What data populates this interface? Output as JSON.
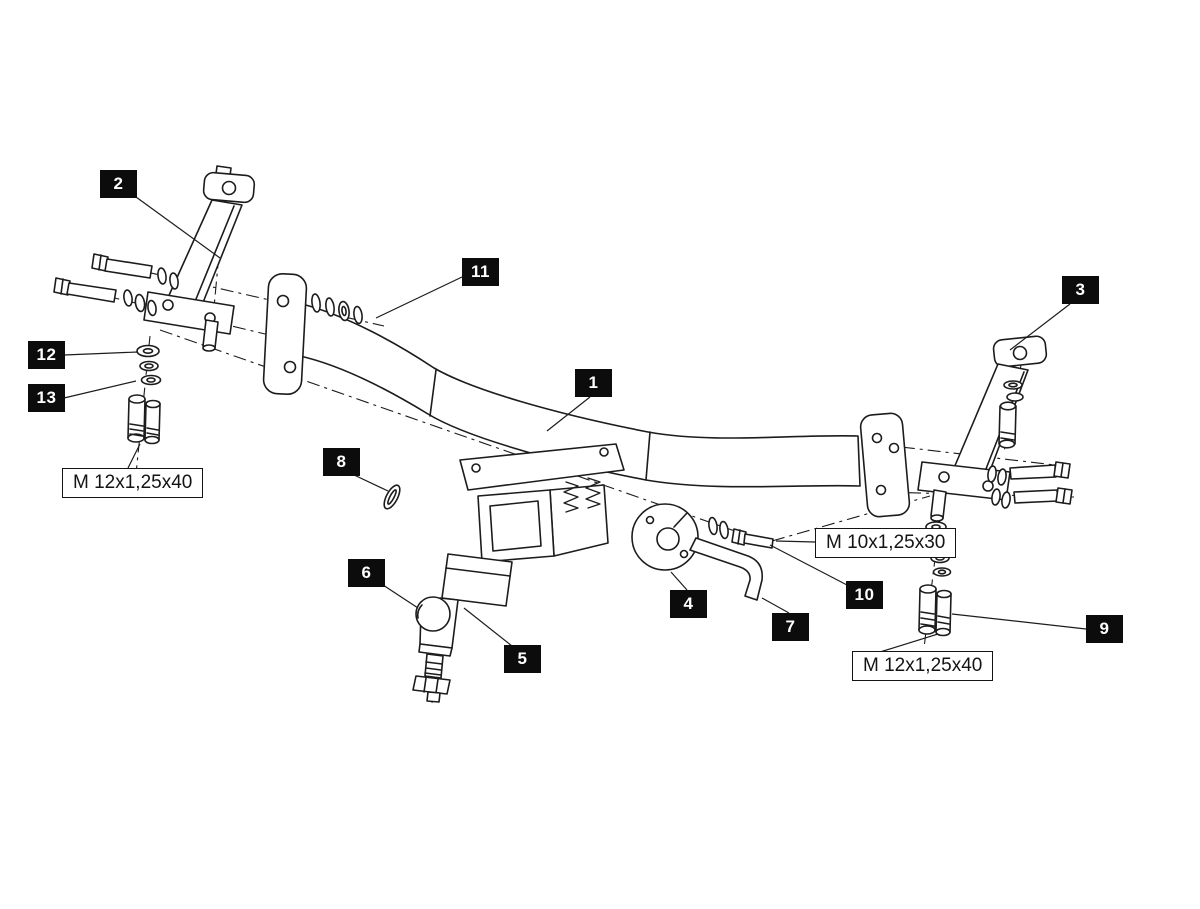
{
  "colors": {
    "background": "#ffffff",
    "line": "#1c1c1c",
    "callout_bg": "#0c0c0c",
    "callout_text": "#ffffff"
  },
  "callouts": [
    {
      "label": "1"
    },
    {
      "label": "2"
    },
    {
      "label": "3"
    },
    {
      "label": "4"
    },
    {
      "label": "5"
    },
    {
      "label": "6"
    },
    {
      "label": "7"
    },
    {
      "label": "8"
    },
    {
      "label": "9"
    },
    {
      "label": "10"
    },
    {
      "label": "11"
    },
    {
      "label": "12"
    },
    {
      "label": "13"
    }
  ],
  "specs": [
    {
      "text": "M 12x1,25x40"
    },
    {
      "text": "M 10x1,25x30"
    },
    {
      "text": "M 12x1,25x40"
    }
  ]
}
